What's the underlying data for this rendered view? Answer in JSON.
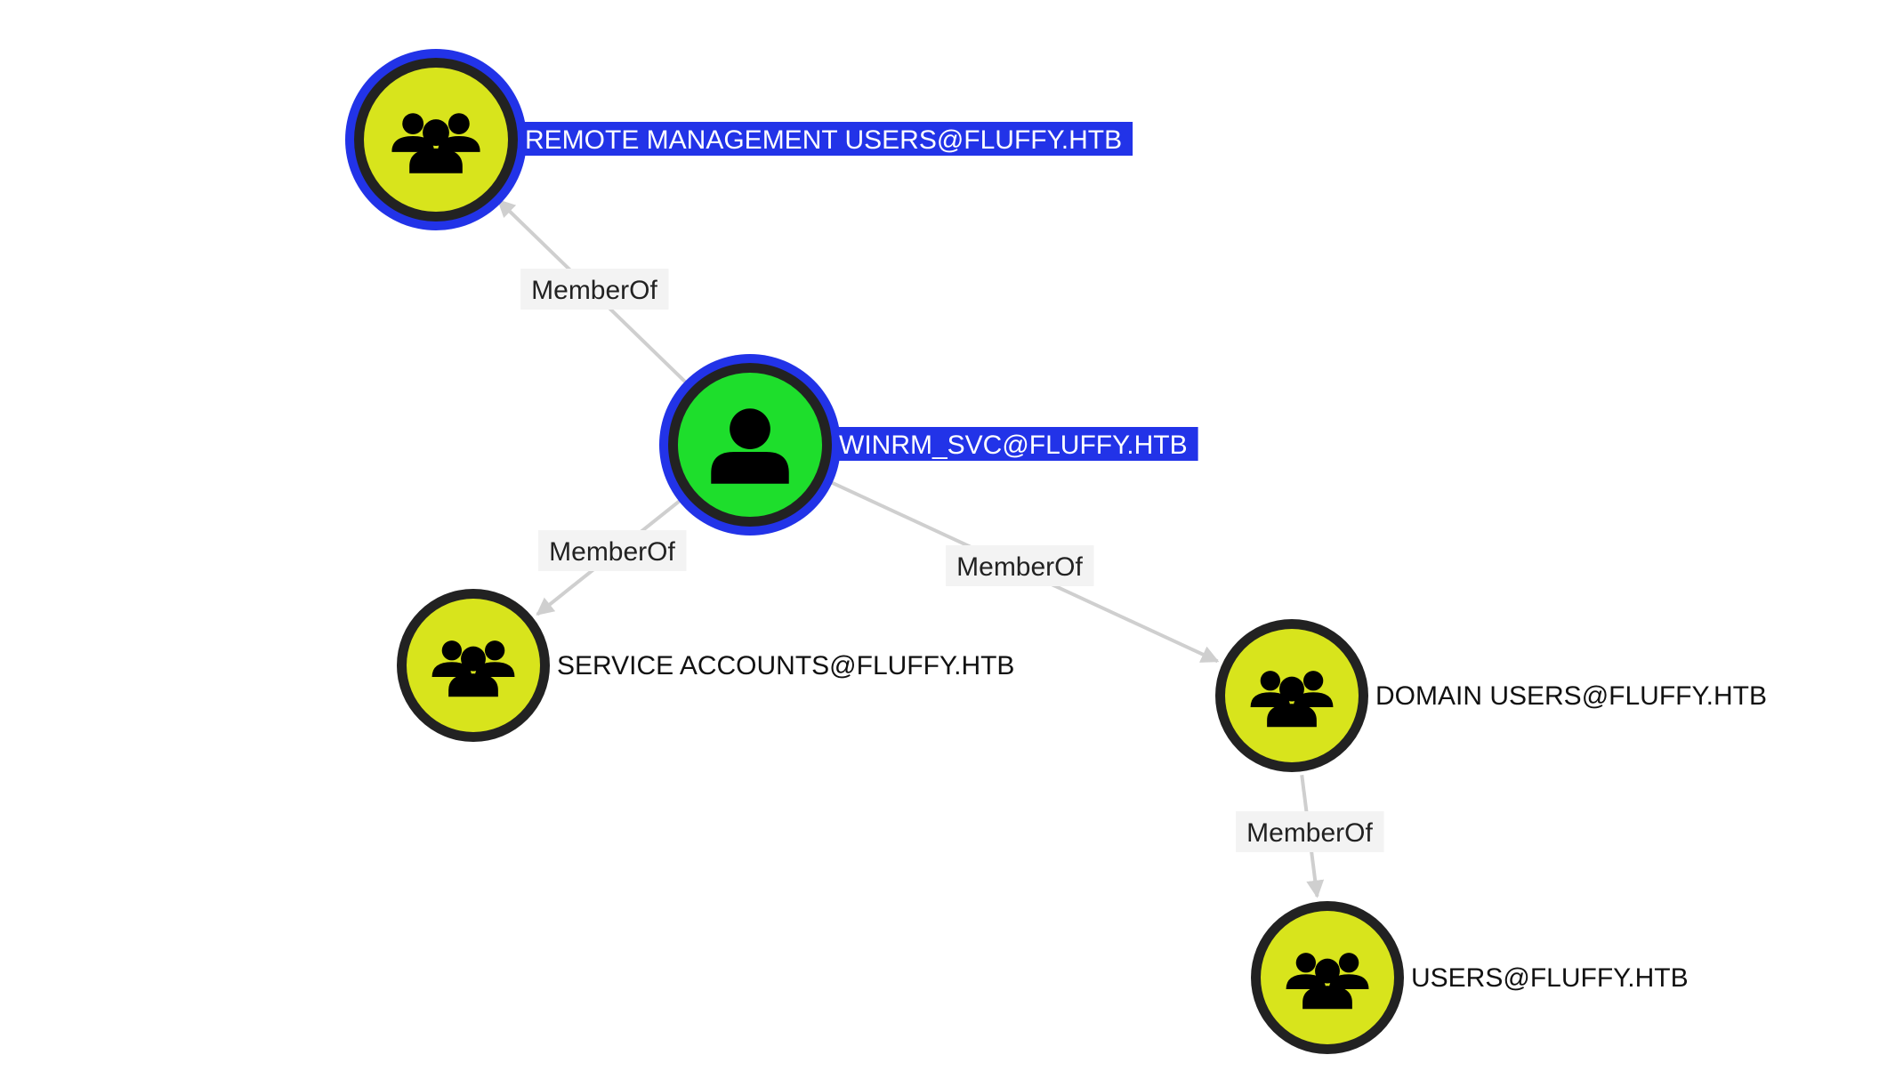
{
  "colors": {
    "group_fill": "#d8e41c",
    "user_fill": "#1ede2c",
    "node_ring": "#222222",
    "selected_ring": "#2233e8",
    "selected_label_bg": "#2233e8",
    "edge": "#cfcfcf",
    "icon": "#000000"
  },
  "nodes": [
    {
      "id": "remote-mgmt",
      "type": "group",
      "icon": "group-icon",
      "label": "REMOTE MANAGEMENT USERS@FLUFFY.HTB",
      "selected": true
    },
    {
      "id": "winrm-svc",
      "type": "user",
      "icon": "user-icon",
      "label": "WINRM_SVC@FLUFFY.HTB",
      "selected": true
    },
    {
      "id": "service-accounts",
      "type": "group",
      "icon": "group-icon",
      "label": "SERVICE ACCOUNTS@FLUFFY.HTB",
      "selected": false
    },
    {
      "id": "domain-users",
      "type": "group",
      "icon": "group-icon",
      "label": "DOMAIN USERS@FLUFFY.HTB",
      "selected": false
    },
    {
      "id": "users",
      "type": "group",
      "icon": "group-icon",
      "label": "USERS@FLUFFY.HTB",
      "selected": false
    }
  ],
  "edges": [
    {
      "from": "winrm-svc",
      "to": "remote-mgmt",
      "label": "MemberOf"
    },
    {
      "from": "winrm-svc",
      "to": "service-accounts",
      "label": "MemberOf"
    },
    {
      "from": "winrm-svc",
      "to": "domain-users",
      "label": "MemberOf"
    },
    {
      "from": "domain-users",
      "to": "users",
      "label": "MemberOf"
    }
  ]
}
